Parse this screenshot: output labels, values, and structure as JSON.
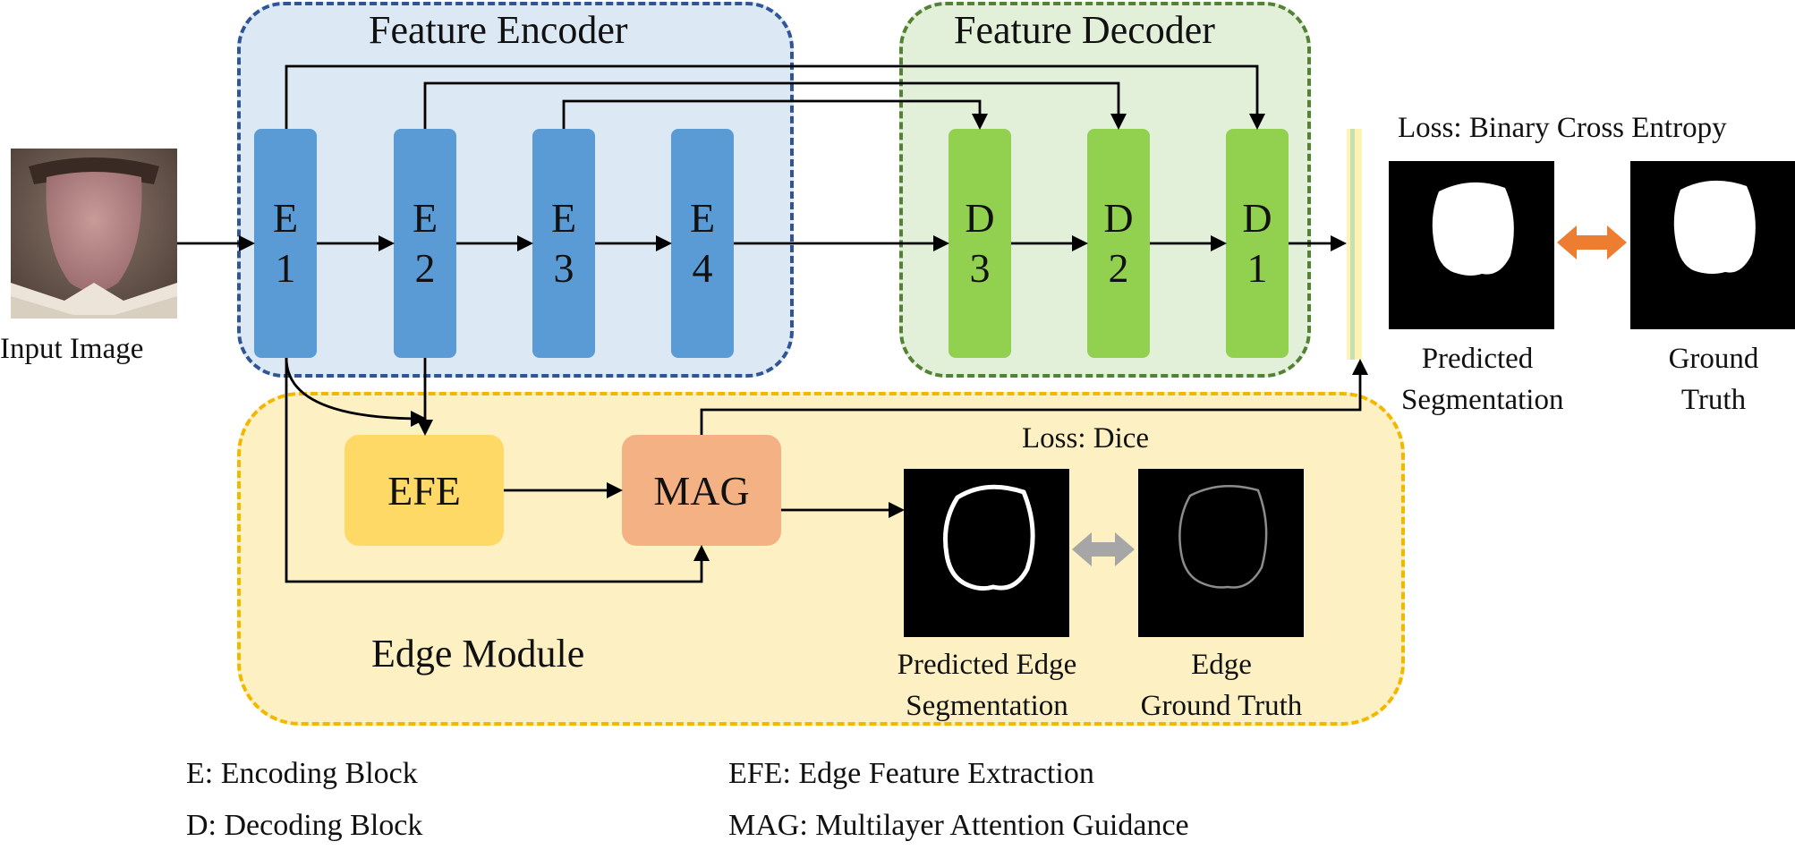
{
  "input_image": {
    "label": "Input Image"
  },
  "encoder": {
    "title": "Feature Encoder",
    "blocks": [
      {
        "letter": "E",
        "index": "1"
      },
      {
        "letter": "E",
        "index": "2"
      },
      {
        "letter": "E",
        "index": "3"
      },
      {
        "letter": "E",
        "index": "4"
      }
    ]
  },
  "decoder": {
    "title": "Feature Decoder",
    "blocks": [
      {
        "letter": "D",
        "index": "3"
      },
      {
        "letter": "D",
        "index": "2"
      },
      {
        "letter": "D",
        "index": "1"
      }
    ]
  },
  "edge_module": {
    "title": "Edge Module",
    "efe": "EFE",
    "mag": "MAG",
    "loss": "Loss: Dice",
    "predicted_edge": {
      "line1": "Predicted Edge",
      "line2": "Segmentation"
    },
    "edge_truth": {
      "line1": "Edge",
      "line2": "Ground Truth"
    }
  },
  "output": {
    "loss": "Loss: Binary Cross Entropy",
    "predicted": {
      "line1": "Predicted",
      "line2": "Segmentation"
    },
    "truth": {
      "line1": "Ground",
      "line2": "Truth"
    }
  },
  "legend": {
    "e": "E: Encoding Block",
    "d": "D: Decoding Block",
    "efe": "EFE: Edge Feature Extraction",
    "mag": "MAG: Multilayer Attention Guidance"
  },
  "colors": {
    "encoder_block": "#5b9bd5",
    "decoder_block": "#92d050",
    "efe_block": "#ffd966",
    "mag_block": "#f4b183",
    "encoder_region": "#dce9f5",
    "decoder_region": "#e2efd9",
    "edge_region": "#fdf0c2",
    "bce_arrow": "#ed7d31",
    "dice_arrow": "#a6a6a6"
  }
}
